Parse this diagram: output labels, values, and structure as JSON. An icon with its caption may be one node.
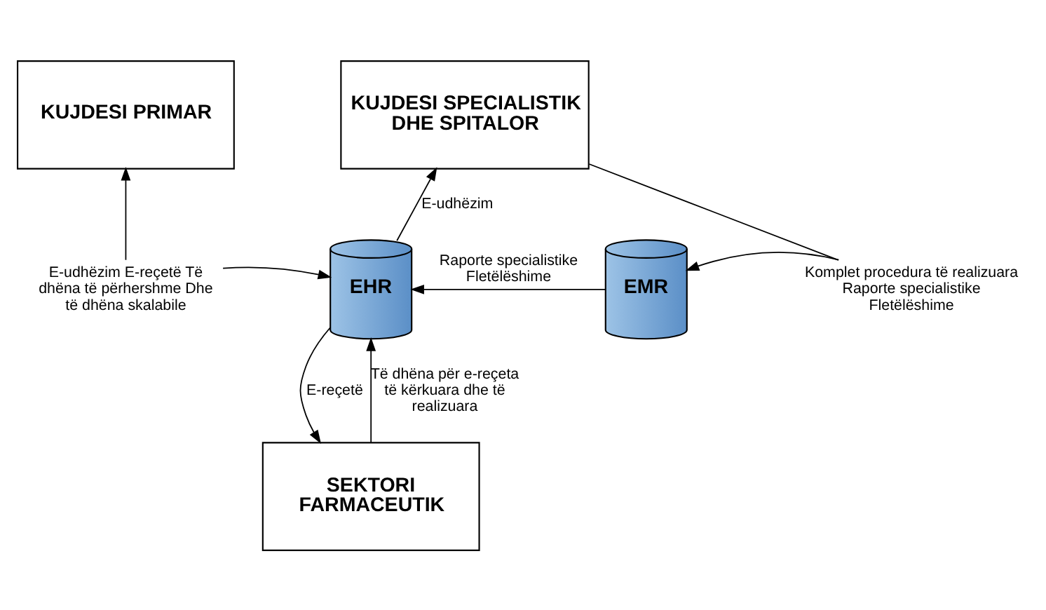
{
  "diagram": {
    "nodes": [
      {
        "text": [
          "KUJDESI PRIMAR"
        ]
      },
      {
        "text": [
          "KUJDESI SPECIALISTIK DHE SPITALOR"
        ]
      },
      {
        "text": [
          "E-udhëzim E-reçetë Të dhëna të përhershme Dhe të dhëna skalabile"
        ]
      },
      {
        "text": [
          "EHR"
        ]
      },
      {
        "text": [
          "EMR"
        ]
      },
      {
        "text": [
          "Komplet procedura të realizuara Raporte specialistike Fletëlëshime"
        ]
      },
      {
        "text": [
          "SEKTORI FARMACEUTIK"
        ]
      }
    ],
    "edges": [
      {
        "from": 3,
        "to": 1,
        "arrow": "to",
        "label": "E-udhëzim"
      },
      {
        "from": 2,
        "to": 0,
        "arrow": "to"
      },
      {
        "from": 2,
        "to": 3,
        "arrow": "to"
      },
      {
        "from": 4,
        "to": 3,
        "arrow": "to",
        "label": "Raporte specialistike Fletëlëshime"
      },
      {
        "from": 1,
        "to": 5,
        "arrow": "none"
      },
      {
        "from": 5,
        "to": 4,
        "arrow": "to"
      },
      {
        "from": 3,
        "to": 6,
        "arrow": "to",
        "label": "E-reçetë"
      },
      {
        "from": 6,
        "to": 3,
        "arrow": "to",
        "label": "Të dhëna për e-reçeta të kërkuara dhe të realizuara"
      }
    ]
  }
}
